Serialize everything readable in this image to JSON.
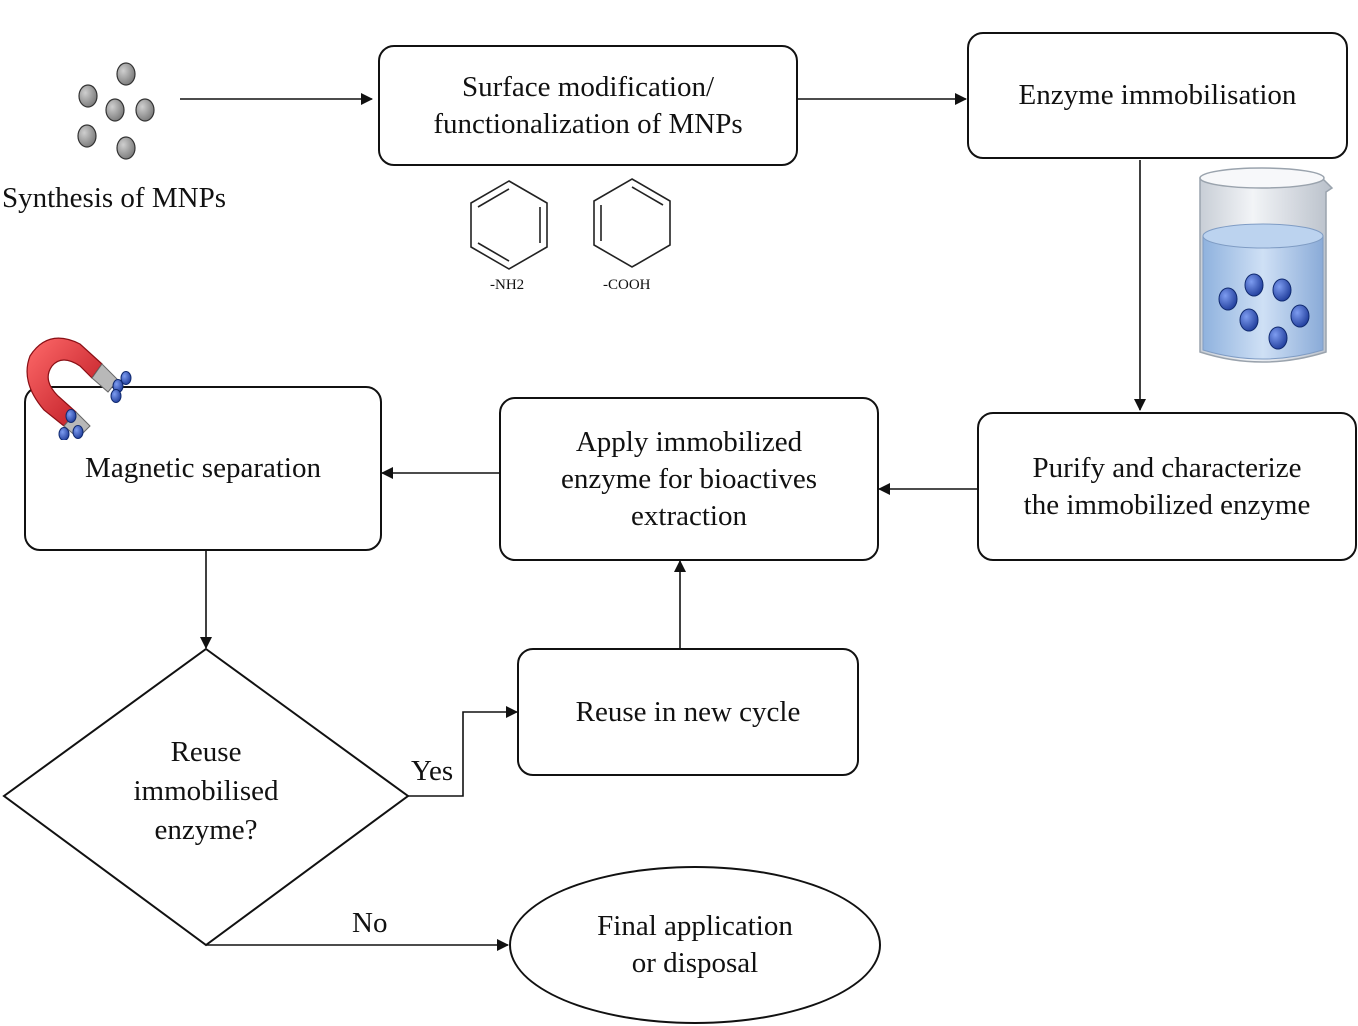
{
  "diagram": {
    "synthesis_label": "Synthesis of MNPs",
    "surface_mod": {
      "line1": "Surface modification/",
      "line2": "functionalization of MNPs"
    },
    "enzyme_immob": "Enzyme immobilisation",
    "nh2_label": "-NH2",
    "cooh_label": "-COOH",
    "purify": {
      "line1": "Purify and characterize",
      "line2": "the immobilized enzyme"
    },
    "apply": {
      "line1": "Apply immobilized",
      "line2": "enzyme for bioactives",
      "line3": "extraction"
    },
    "magnetic": "Magnetic separation",
    "decision": {
      "line1": "Reuse",
      "line2": "immobilised",
      "line3": "enzyme?"
    },
    "yes_label": "Yes",
    "no_label": "No",
    "reuse": "Reuse in new cycle",
    "final": {
      "line1": "Final application",
      "line2": "or disposal"
    }
  },
  "colors": {
    "particle_gray": "#9a9a9a",
    "particle_blue": "#3a5fc8",
    "magnet_red": "#e0303a",
    "liquid": "#a9c7ea"
  }
}
